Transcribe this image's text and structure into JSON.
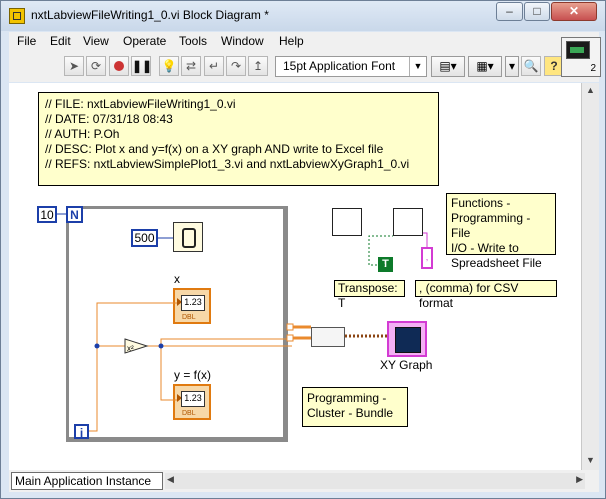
{
  "window": {
    "title": "nxtLabviewFileWriting1_0.vi Block Diagram *",
    "min_glyph": "–",
    "max_glyph": "□",
    "close_glyph": "✕"
  },
  "menu": [
    "File",
    "Edit",
    "View",
    "Operate",
    "Tools",
    "Window",
    "Help"
  ],
  "toolbar": {
    "font_label": "15pt Application Font",
    "dropdown_arrow": "▼",
    "help_glyph": "?",
    "connector_number": "2"
  },
  "comment_lines": [
    "// FILE: nxtLabviewFileWriting1_0.vi",
    "// DATE: 07/31/18 08:43",
    "// AUTH: P.Oh",
    "// DESC: Plot x and y=f(x) on a XY graph AND write to Excel file",
    "// REFS: nxtLabviewSimplePlot1_3.vi and nxtLabviewXyGraph1_0.vi"
  ],
  "diagram": {
    "loop_count": "10",
    "loop_terminal": "N",
    "iteration_terminal": "i",
    "wait_ms": "500",
    "indicator_x_label": "x",
    "indicator_y_label": "y = f(x)",
    "indicator_type": "DBL",
    "indicator_value": "1.23",
    "square_label": "x²",
    "graph_label": "XY Graph",
    "transpose_label": "Transpose: T",
    "bool_const": "T",
    "delimiter_const": ",",
    "csv_label": ", (comma) for CSV format",
    "functions_note": [
      "Functions -",
      "Programming - File",
      "I/O - Write to",
      "Spreadsheet File"
    ],
    "cluster_note": [
      "Programming -",
      "Cluster - Bundle"
    ]
  },
  "status": {
    "context": "Main Application Instance"
  },
  "colors": {
    "numeric_wire": "#1c3fa9",
    "cluster_wire": "#8b4513",
    "string_wire": "#d33bd3",
    "bool_wire": "#0d7a2a",
    "free_label_bg": "#ffffcc"
  }
}
